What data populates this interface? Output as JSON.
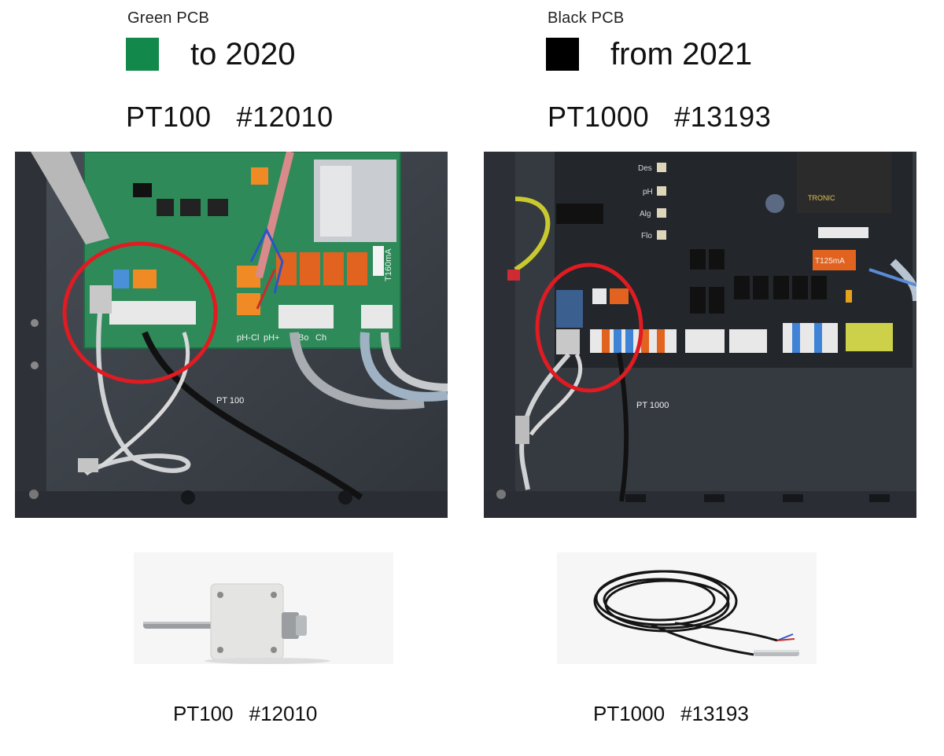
{
  "left": {
    "pcb_label": "Green PCB",
    "swatch_color": "#12884a",
    "year_text": "to 2020",
    "sensor_name": "PT100",
    "sensor_number": "#12010",
    "photo_label": "PT 100",
    "product_caption_name": "PT100",
    "product_caption_number": "#12010",
    "board_terminal_labels": [
      "pH-",
      "Cl",
      "pH+",
      "Bo",
      "Ch",
      "T160mA"
    ]
  },
  "right": {
    "pcb_label": "Black PCB",
    "swatch_color": "#000000",
    "year_text": "from 2021",
    "sensor_name": "PT1000",
    "sensor_number": "#13193",
    "photo_label": "PT 1000",
    "product_caption_name": "PT1000",
    "product_caption_number": "#13193",
    "board_connector_labels": [
      "Des",
      "pH",
      "Alg",
      "Flo"
    ],
    "transformer_brand": "TRONIC",
    "fuse_label": "T125mA"
  },
  "colors": {
    "highlight_circle": "#e01b22",
    "green_pcb": "#2f8a5a",
    "black_pcb": "#23272c",
    "enclosure": "#3a3f46"
  }
}
